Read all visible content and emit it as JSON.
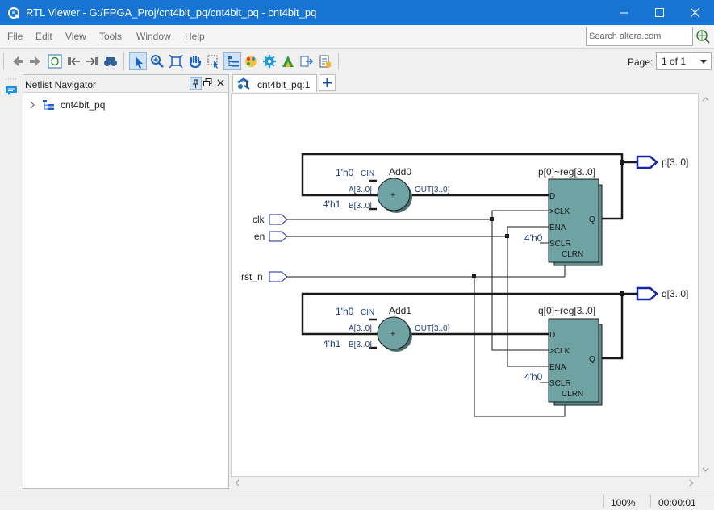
{
  "window": {
    "title": "RTL Viewer - G:/FPGA_Proj/cnt4bit_pq/cnt4bit_pq - cnt4bit_pq",
    "app_icon": "quartus-icon",
    "controls": [
      "minimize-icon",
      "maximize-icon",
      "close-icon"
    ]
  },
  "menu": {
    "items": [
      "File",
      "Edit",
      "View",
      "Tools",
      "Window",
      "Help"
    ],
    "search_placeholder": "Search altera.com",
    "search_icon": "globe-search-icon"
  },
  "toolbar": {
    "buttons": [
      "back-icon",
      "forward-icon",
      "refresh-icon",
      "go-back-icon",
      "go-forward-icon",
      "find-icon",
      "select-icon",
      "zoom-icon",
      "fit-icon",
      "hand-icon",
      "area-select-icon",
      "netlist-navigator-icon",
      "color-settings-icon",
      "gear-icon",
      "filter-icon",
      "export-icon",
      "page-icon"
    ],
    "page_label": "Page:",
    "page_value": "1 of 1"
  },
  "navigator": {
    "title": "Netlist Navigator",
    "tree": [
      {
        "label": "cnt4bit_pq",
        "icon": "hierarchy-icon",
        "expanded": false
      }
    ]
  },
  "tabs": [
    {
      "label": "cnt4bit_pq:1",
      "icon": "rtl-view-icon",
      "active": true
    }
  ],
  "schematic": {
    "inputs": [
      "clk",
      "en",
      "rst_n"
    ],
    "outputs": [
      "p[3..0]",
      "q[3..0]"
    ],
    "adders": [
      {
        "name": "Add0",
        "cin": "1'h0",
        "b_const": "4'h1",
        "port_cin": "CIN",
        "port_a": "A[3..0]",
        "port_b": "B[3..0]",
        "port_out": "OUT[3..0]",
        "symbol": "+"
      },
      {
        "name": "Add1",
        "cin": "1'h0",
        "b_const": "4'h1",
        "port_cin": "CIN",
        "port_a": "A[3..0]",
        "port_b": "B[3..0]",
        "port_out": "OUT[3..0]",
        "symbol": "+"
      }
    ],
    "registers": [
      {
        "name": "p[0]~reg[3..0]",
        "sclr_const": "4'h0",
        "ports": {
          "d": "D",
          "clk": ">CLK",
          "ena": "ENA",
          "sclr": "SCLR",
          "clrn": "CLRN",
          "q": "Q"
        }
      },
      {
        "name": "q[0]~reg[3..0]",
        "sclr_const": "4'h0",
        "ports": {
          "d": "D",
          "clk": ">CLK",
          "ena": "ENA",
          "sclr": "SCLR",
          "clrn": "CLRN",
          "q": "Q"
        }
      }
    ],
    "colors": {
      "block_fill": "#6fa3a3",
      "adder_fill": "#6fa3a3",
      "io_port": "#1526a8",
      "wire": "#1a1a1a",
      "port_label": "#1f3d73"
    }
  },
  "status": {
    "zoom": "100%",
    "time": "00:00:01"
  },
  "colors": {
    "titlebar": "#1874d2"
  }
}
